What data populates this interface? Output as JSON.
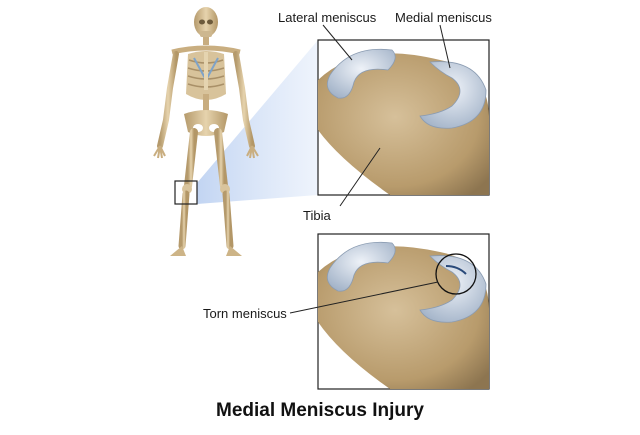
{
  "title": "Medial Meniscus Injury",
  "labels": {
    "lateral_meniscus": "Lateral meniscus",
    "medial_meniscus": "Medial meniscus",
    "tibia": "Tibia",
    "torn_meniscus": "Torn meniscus"
  },
  "colors": {
    "bone": "#d9c29a",
    "bone_shadow": "#a88f62",
    "meniscus": "#c9d4e2",
    "callout_wedge": "#c8d8f2",
    "tibia_surface": "#bfa57a",
    "frame": "#222222"
  }
}
